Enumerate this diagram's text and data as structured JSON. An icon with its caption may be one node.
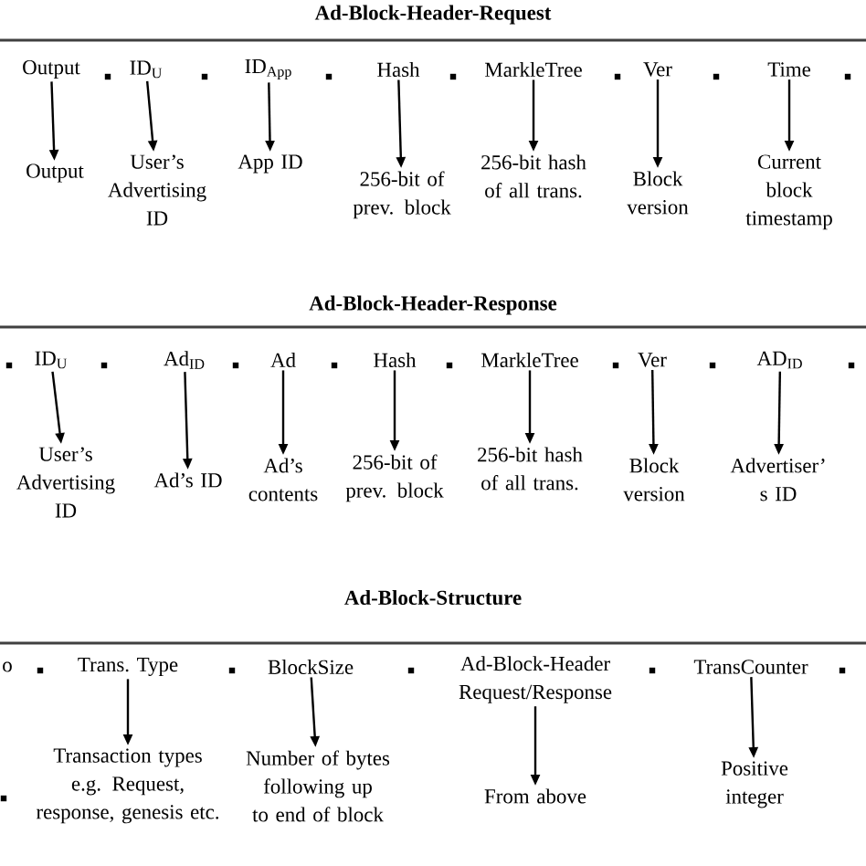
{
  "diagram": {
    "nodes": [
      {
        "text": [
          "Output"
        ]
      },
      {
        "text": [
          "ID$_{U}$"
        ]
      },
      {
        "text": [
          "ID$_{App}$"
        ]
      },
      {
        "text": [
          "Hash"
        ]
      },
      {
        "text": [
          "MarkleTree"
        ]
      },
      {
        "text": [
          "Ver"
        ]
      },
      {
        "text": [
          "Time"
        ]
      },
      {
        "text": [
          "Output"
        ]
      },
      {
        "text": [
          "User’s Advertising ID"
        ]
      },
      {
        "text": [
          "App ID"
        ]
      },
      {
        "text": [
          "256-bit of prev. block"
        ]
      },
      {
        "text": [
          "256-bit hash of all trans."
        ]
      },
      {
        "text": [
          "Block version"
        ]
      },
      {
        "text": [
          "Current block timestamp"
        ]
      },
      {
        "text": [
          "ID$_{U}$"
        ]
      },
      {
        "text": [
          "Ad$_{ID}$"
        ]
      },
      {
        "text": [
          "Ad"
        ]
      },
      {
        "text": [
          "Hash"
        ]
      },
      {
        "text": [
          "MarkleTree"
        ]
      },
      {
        "text": [
          "Ver"
        ]
      },
      {
        "text": [
          "AD$_{ID}$"
        ]
      },
      {
        "text": [
          "User’s Advertising ID"
        ]
      },
      {
        "text": [
          "Ad’s ID"
        ]
      },
      {
        "text": [
          "Ad’s contents"
        ]
      },
      {
        "text": [
          "256-bit of prev. block"
        ]
      },
      {
        "text": [
          "256-bit hash of all trans."
        ]
      },
      {
        "text": [
          "Block version"
        ]
      },
      {
        "text": [
          "Advertiser’ s ID"
        ]
      },
      {
        "text": [
          "Trans. Type"
        ]
      },
      {
        "text": [
          "BlockSize"
        ]
      },
      {
        "text": [
          "Ad-Block-Header Request/Response"
        ]
      },
      {
        "text": [
          "TransCounter"
        ]
      },
      {
        "text": [
          "Transaction types e.g. Request, response, genesis etc."
        ]
      },
      {
        "text": [
          "Number of bytes following up to end of block"
        ]
      },
      {
        "text": [
          "From above"
        ]
      },
      {
        "text": [
          "Positive integer"
        ]
      }
    ],
    "edges": [
      {
        "from": 0,
        "to": 7,
        "arrow": "to"
      },
      {
        "from": 1,
        "to": 8,
        "arrow": "to"
      },
      {
        "from": 2,
        "to": 9,
        "arrow": "to"
      },
      {
        "from": 3,
        "to": 10,
        "arrow": "to"
      },
      {
        "from": 4,
        "to": 11,
        "arrow": "to"
      },
      {
        "from": 5,
        "to": 12,
        "arrow": "to"
      },
      {
        "from": 6,
        "to": 13,
        "arrow": "to"
      },
      {
        "from": 14,
        "to": 21,
        "arrow": "to"
      },
      {
        "from": 15,
        "to": 22,
        "arrow": "to"
      },
      {
        "from": 16,
        "to": 23,
        "arrow": "to"
      },
      {
        "from": 17,
        "to": 24,
        "arrow": "to"
      },
      {
        "from": 18,
        "to": 25,
        "arrow": "to"
      },
      {
        "from": 19,
        "to": 26,
        "arrow": "to"
      },
      {
        "from": 20,
        "to": 27,
        "arrow": "to"
      },
      {
        "from": 28,
        "to": 32,
        "arrow": "to"
      },
      {
        "from": 29,
        "to": 33,
        "arrow": "to"
      },
      {
        "from": 30,
        "to": 34,
        "arrow": "to"
      },
      {
        "from": 31,
        "to": 35,
        "arrow": "to"
      }
    ],
    "labels": [
      "Ad-Block-Header-Request",
      "Ad-Block-Header-Response",
      "Ad-Block-Structure",
      "o"
    ]
  }
}
